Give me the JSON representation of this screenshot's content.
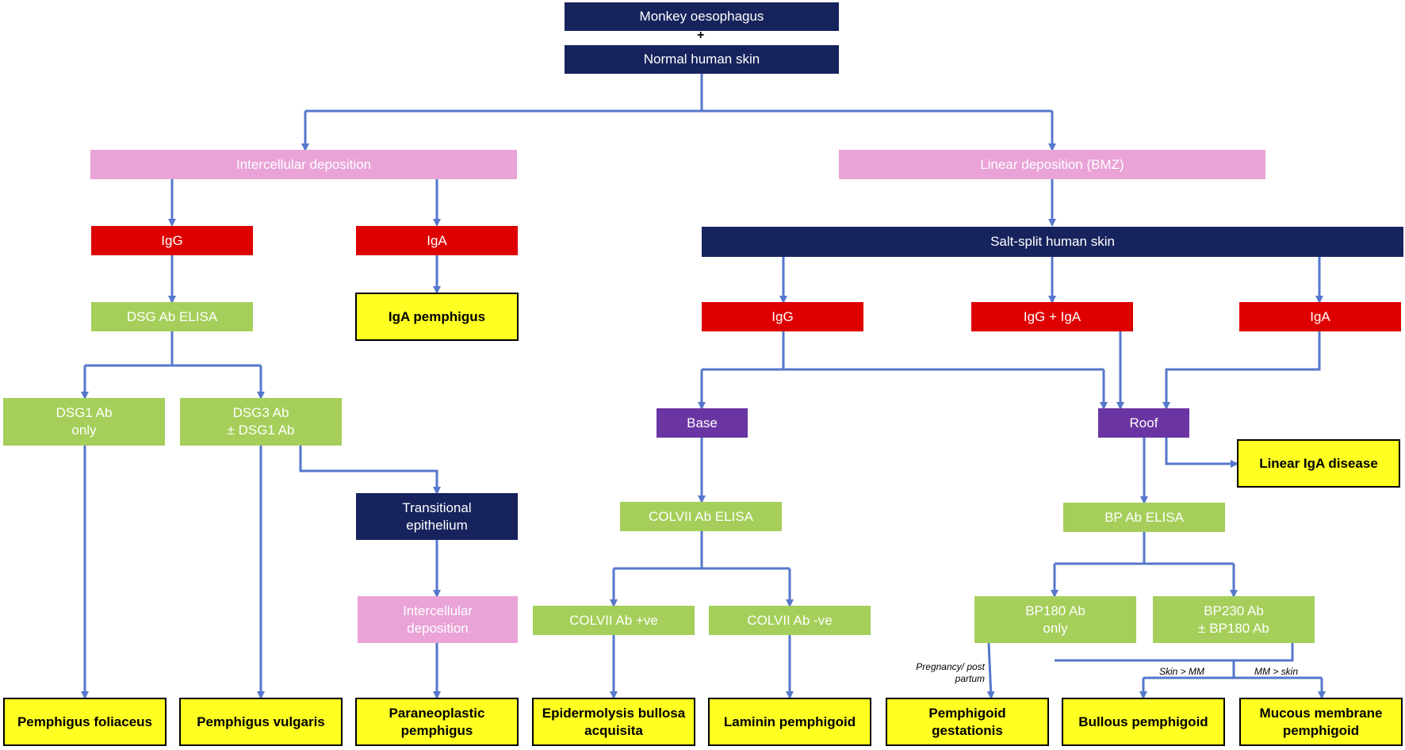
{
  "boxes": {
    "monkey": "Monkey oesophagus",
    "normal_skin": "Normal human skin",
    "intercellular": "Intercellular deposition",
    "linear": "Linear deposition (BMZ)",
    "igg_left": "IgG",
    "iga_left": "IgA",
    "salt_split": "Salt-split human skin",
    "dsg_elisa": "DSG Ab ELISA",
    "iga_pemphigus": "IgA pemphigus",
    "igg_mid": "IgG",
    "igg_iga": "IgG + IgA",
    "iga_right": "IgA",
    "dsg1_only": "DSG1 Ab\nonly",
    "dsg3": "DSG3 Ab\n± DSG1 Ab",
    "base": "Base",
    "roof": "Roof",
    "linear_iga": "Linear IgA disease",
    "transitional": "Transitional\nepithelium",
    "colvii_elisa": "COLVII Ab ELISA",
    "bp_elisa": "BP Ab ELISA",
    "intercellular2": "Intercellular\ndeposition",
    "colvii_pos": "COLVII Ab +ve",
    "colvii_neg": "COLVII Ab -ve",
    "bp180": "BP180 Ab\nonly",
    "bp230": "BP230 Ab\n± BP180 Ab",
    "pf": "Pemphigus foliaceus",
    "pv": "Pemphigus vulgaris",
    "pnp": "Paraneoplastic\npemphigus",
    "eba": "Epidermolysis bullosa\nacquisita",
    "laminin": "Laminin pemphigoid",
    "pg": "Pemphigoid\ngestationis",
    "bullous": "Bullous pemphigoid",
    "mmp": "Mucous membrane\npemphigoid"
  },
  "plus_sign": "+",
  "notes": {
    "pregnancy": "Pregnancy/\npost partum",
    "skin_mm": "Skin > MM",
    "mm_skin": "MM > skin"
  },
  "colors": {
    "navy": "#16235c",
    "pink": "#e9a3d6",
    "red": "#de0000",
    "green": "#a5cf5a",
    "purple": "#6a35a2",
    "yellow": "#ffff22",
    "connector": "#5577cc"
  }
}
